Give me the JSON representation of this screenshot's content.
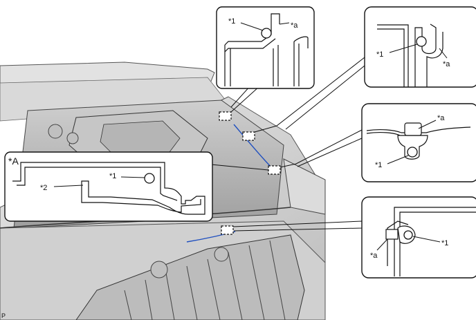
{
  "diagram": {
    "corner_code": "P",
    "main_view": {
      "label": "*A"
    },
    "callouts": [
      {
        "id": "top-center",
        "labels": [
          "*1",
          "*a"
        ]
      },
      {
        "id": "top-right",
        "labels": [
          "*1",
          "*a"
        ]
      },
      {
        "id": "middle-right",
        "labels": [
          "*a",
          "*1"
        ]
      },
      {
        "id": "bottom-right",
        "labels": [
          "*1",
          "*a"
        ]
      }
    ],
    "inset_A": {
      "labels": [
        "*1",
        "*2"
      ]
    },
    "colors": {
      "line": "#111111",
      "engine_shade": "#d4d4d4",
      "panel_fill": "#ffffff",
      "highlight_marker": "#1f4fbf"
    }
  }
}
